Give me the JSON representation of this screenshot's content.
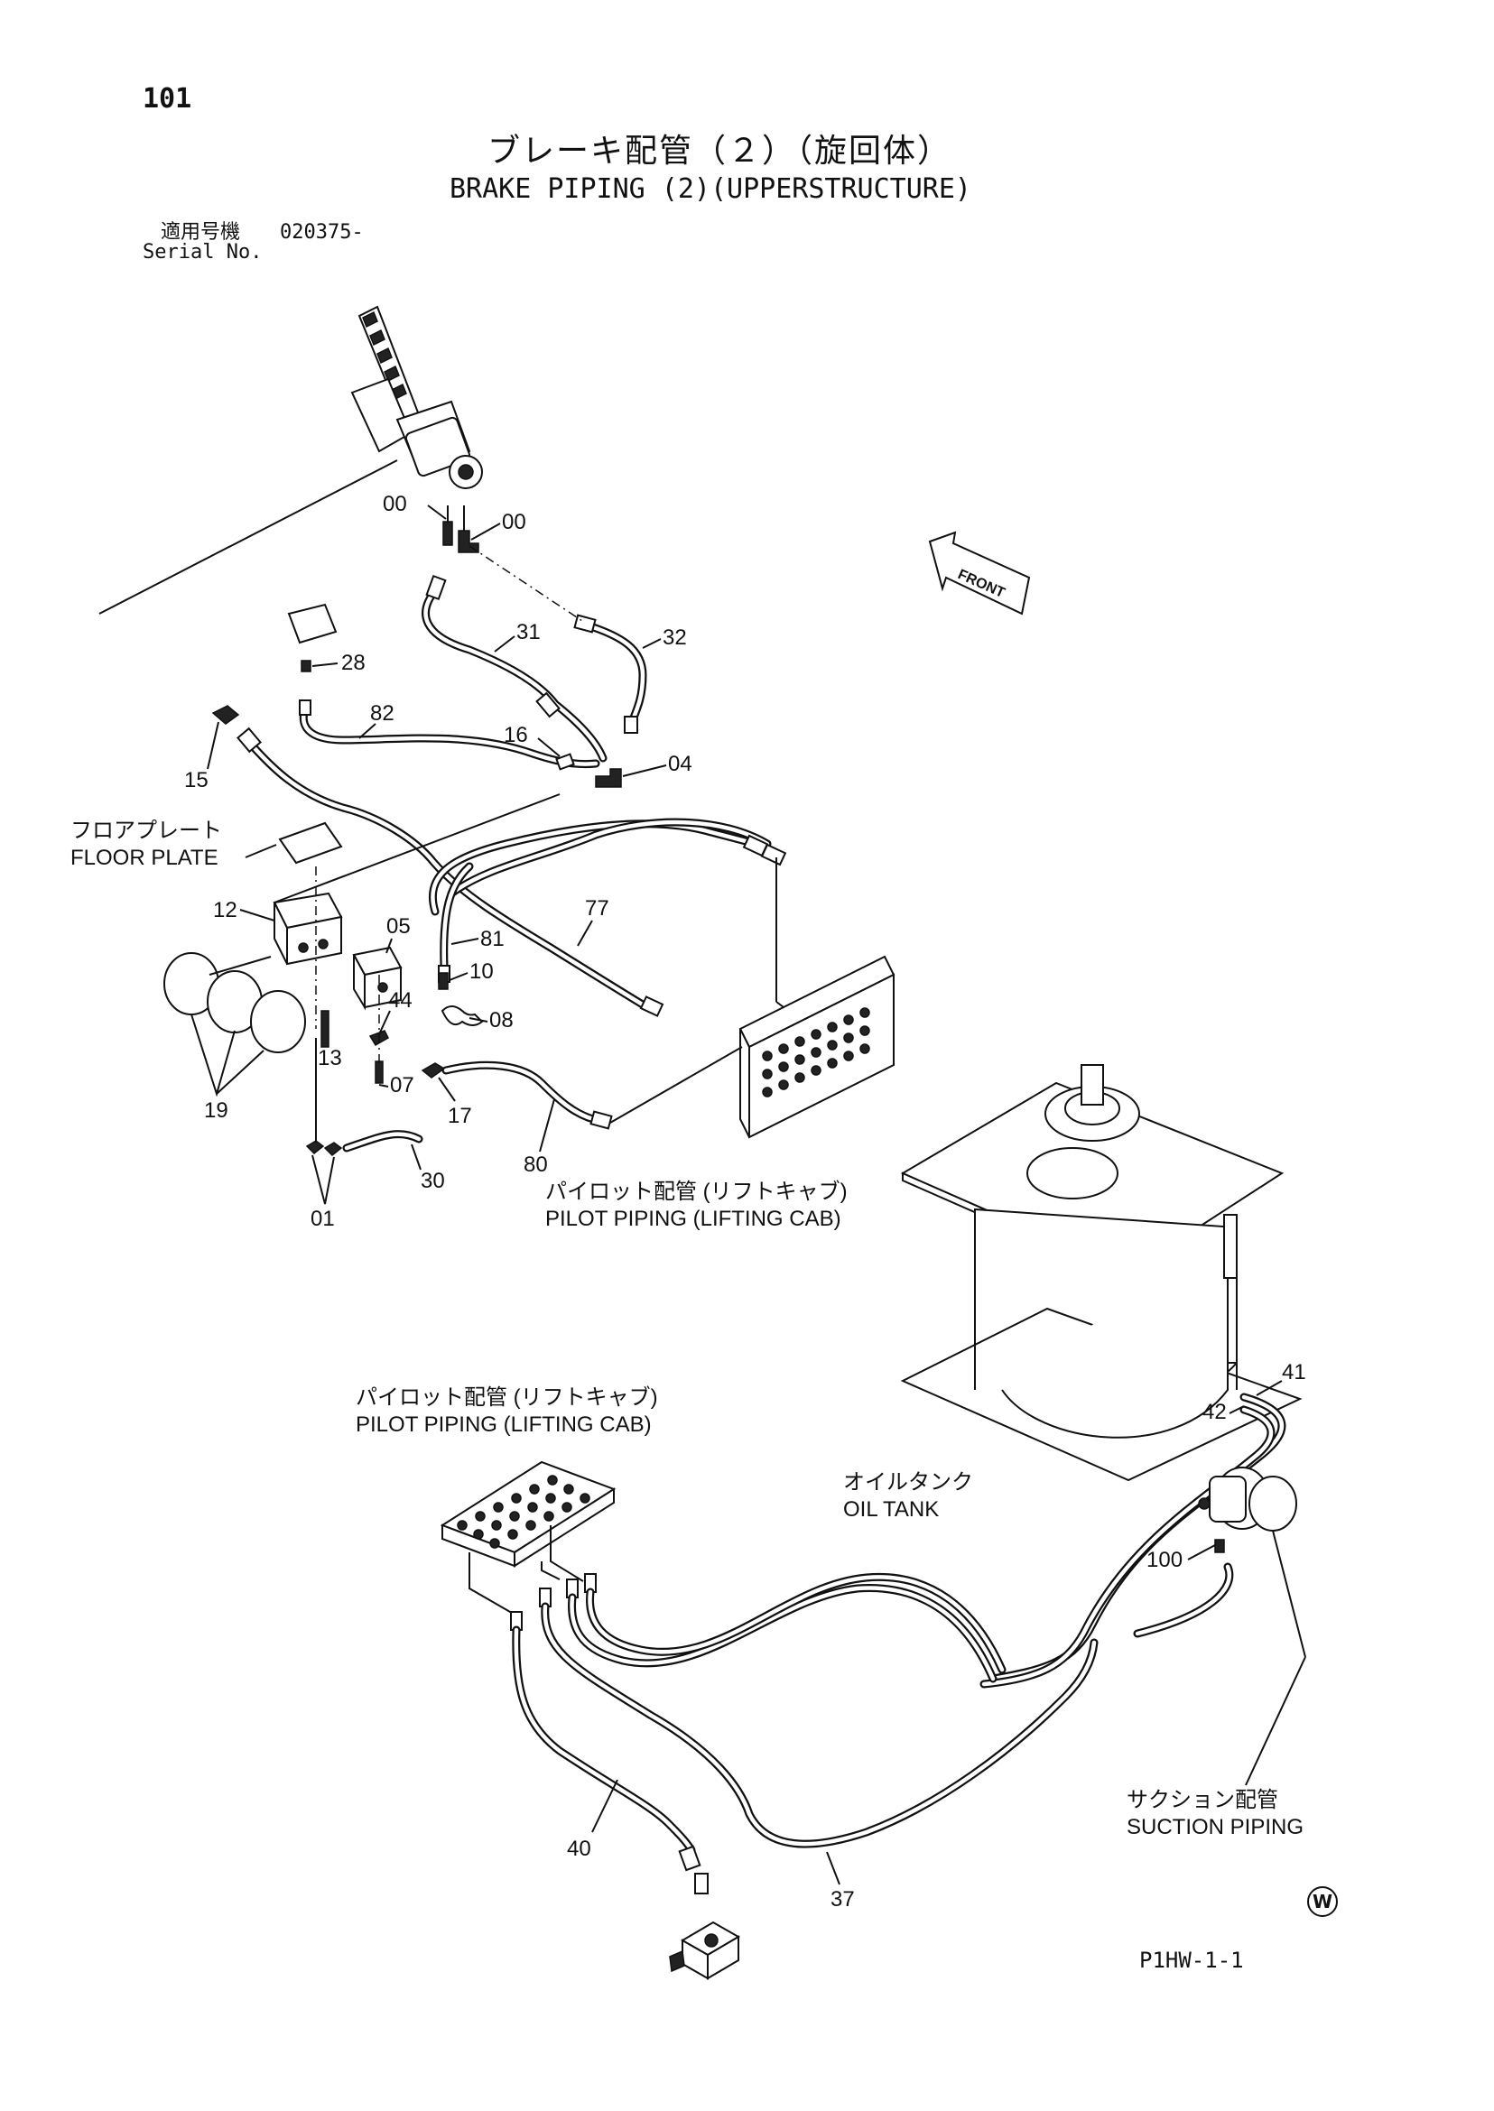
{
  "header": {
    "page_number": "101",
    "title_jp": "ブレーキ配管（２）（旋回体）",
    "title_en": "BRAKE PIPING (2)(UPPERSTRUCTURE)",
    "serial_label_jp": "適用号機",
    "serial_label_en": "Serial No.",
    "serial_value": "020375-"
  },
  "callouts": {
    "p00a": "00",
    "p00b": "00",
    "p31": "31",
    "p32": "32",
    "p28": "28",
    "p82": "82",
    "p16": "16",
    "p04": "04",
    "p15": "15",
    "p12": "12",
    "p05": "05",
    "p81": "81",
    "p77": "77",
    "p10": "10",
    "p44": "44",
    "p08": "08",
    "p13": "13",
    "p07": "07",
    "p17": "17",
    "p19": "19",
    "p30": "30",
    "p80": "80",
    "p01": "01",
    "p41": "41",
    "p42": "42",
    "p100": "100",
    "p40": "40",
    "p37": "37"
  },
  "labels": {
    "floor_plate_jp": "フロアプレート",
    "floor_plate_en": "FLOOR PLATE",
    "pilot_piping_jp": "パイロット配管 (リフトキャブ)",
    "pilot_piping_en": "PILOT PIPING (LIFTING CAB)",
    "oil_tank_jp": "オイルタンク",
    "oil_tank_en": "OIL TANK",
    "suction_piping_jp": "サクション配管",
    "suction_piping_en": "SUCTION PIPING",
    "front_arrow": "FRONT"
  },
  "footer": {
    "mark": "W",
    "drawing_code": "P1HW-1-1"
  }
}
